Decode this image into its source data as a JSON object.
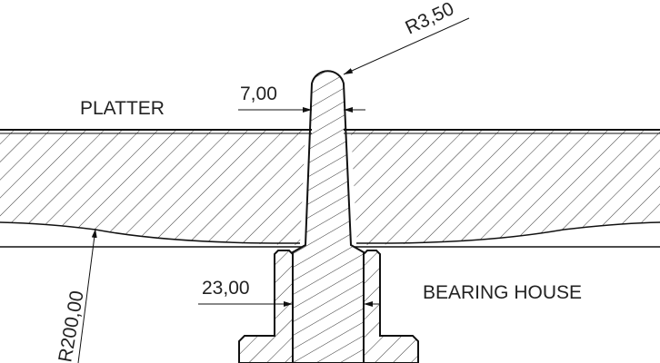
{
  "labels": {
    "platter": "PLATTER",
    "bearing_house": "BEARING HOUSE"
  },
  "dimensions": {
    "pin_tip_radius": "R3,50",
    "pin_width": "7,00",
    "bearing_width": "23,00",
    "platter_radius": "R200,00"
  },
  "colors": {
    "line": "#111111",
    "hatch": "#333333",
    "background": "#ffffff"
  }
}
